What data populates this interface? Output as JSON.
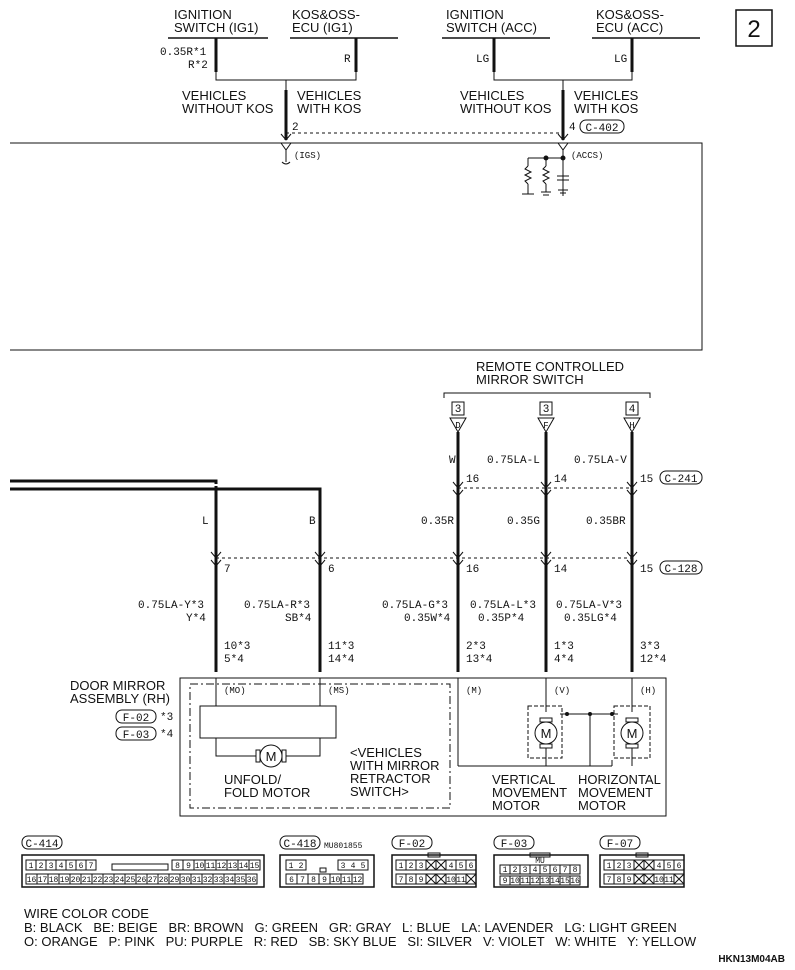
{
  "page_number": "2",
  "figure_code": "HKN13M04AB",
  "top": {
    "ig1_switch": "IGNITION\nSWITCH (IG1)",
    "kos_ecu_ig1": "KOS&OSS-\nECU (IG1)",
    "acc_switch": "IGNITION\nSWITCH (ACC)",
    "kos_ecu_acc": "KOS&OSS-\nECU (ACC)",
    "wire_ig1_a": "0.35R*1",
    "wire_ig1_b": "R*2",
    "wire_kos_ig1": "R",
    "wire_acc_sw": "LG",
    "wire_kos_acc": "LG",
    "without_kos": "VEHICLES\nWITHOUT KOS",
    "with_kos": "VEHICLES\nWITH KOS",
    "pin_2": "2",
    "pin_4": "4",
    "conn_c402": "C-402",
    "igs": "(IGS)",
    "accs": "(ACCS)"
  },
  "switch": {
    "title": "REMOTE CONTROLLED\nMIRROR SWITCH",
    "d_num": "3",
    "d": "D",
    "f_num": "3",
    "f": "F",
    "h_num": "4",
    "h": "H",
    "wire_w": "W",
    "wire_lal": "0.75LA-L",
    "wire_lav": "0.75LA-V",
    "c241_16": "16",
    "c241_14": "14",
    "c241_15": "15",
    "conn_c241": "C-241"
  },
  "mid": {
    "wire_l": "L",
    "wire_b": "B",
    "wire_035r": "0.35R",
    "wire_035g": "0.35G",
    "wire_035br": "0.35BR",
    "c128_7": "7",
    "c128_6": "6",
    "c128_16": "16",
    "c128_14": "14",
    "c128_15": "15",
    "conn_c128": "C-128"
  },
  "lower": {
    "w1a": "0.75LA-Y*3",
    "w1b": "Y*4",
    "w2a": "0.75LA-R*3",
    "w2b": "SB*4",
    "w3a": "0.75LA-G*3",
    "w3b": "0.35W*4",
    "w4a": "0.75LA-L*3",
    "w4b": "0.35P*4",
    "w5a": "0.75LA-V*3",
    "w5b": "0.35LG*4",
    "p1a": "10*3",
    "p1b": "5*4",
    "p2a": "11*3",
    "p2b": "14*4",
    "p3a": "2*3",
    "p3b": "13*4",
    "p4a": "1*3",
    "p4b": "4*4",
    "p5a": "3*3",
    "p5b": "12*4"
  },
  "assembly": {
    "title": "DOOR MIRROR\nASSEMBLY (RH)",
    "f02": "F-02",
    "f02_note": "*3",
    "f03": "F-03",
    "f03_note": "*4",
    "mo": "(MO)",
    "ms": "(MS)",
    "m": "(M)",
    "v": "(V)",
    "h": "(H)",
    "unfold": "UNFOLD/\nFOLD MOTOR",
    "retractor": "<VEHICLES\nWITH MIRROR\nRETRACTOR\nSWITCH>",
    "vertical": "VERTICAL\nMOVEMENT\nMOTOR",
    "horizontal": "HORIZONTAL\nMOVEMENT\nMOTOR",
    "motor_symbol": "M"
  },
  "connectors": {
    "c414": "C-414",
    "c418": "C-418",
    "c418_part": "MU801855",
    "f02": "F-02",
    "f03": "F-03",
    "f07": "F-07",
    "f03_mu": "MU"
  },
  "legend": {
    "title": "WIRE COLOR CODE",
    "line1": "B: BLACK   BE: BEIGE   BR: BROWN   G: GREEN   GR: GRAY   L: BLUE   LA: LAVENDER   LG: LIGHT GREEN",
    "line2": "O: ORANGE   P: PINK   PU: PURPLE   R: RED   SB: SKY BLUE   SI: SILVER   V: VIOLET   W: WHITE   Y: YELLOW"
  },
  "icons": [
    "motor-icon",
    "connector-icon",
    "resistor-icon",
    "capacitor-icon",
    "ground-icon"
  ]
}
